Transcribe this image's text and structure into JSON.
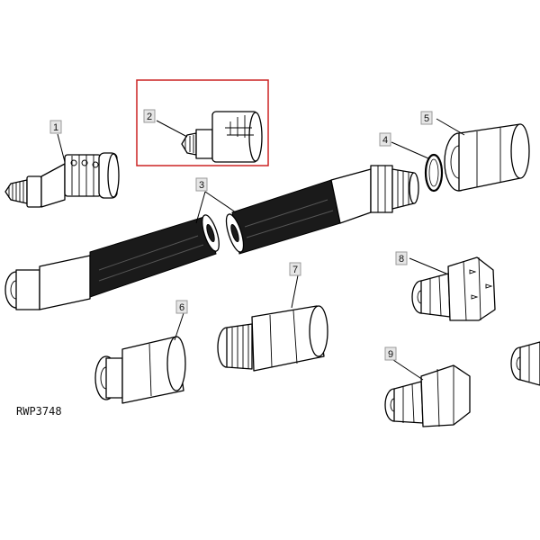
{
  "figure": {
    "reference_code": "RWP3748",
    "highlight_color": "#cc2222",
    "callouts": [
      {
        "id": "part-1",
        "number": "1"
      },
      {
        "id": "part-2",
        "number": "2"
      },
      {
        "id": "part-3",
        "number": "3"
      },
      {
        "id": "part-4",
        "number": "4"
      },
      {
        "id": "part-5",
        "number": "5"
      },
      {
        "id": "part-6",
        "number": "6"
      },
      {
        "id": "part-7",
        "number": "7"
      },
      {
        "id": "part-8",
        "number": "8"
      },
      {
        "id": "part-9",
        "number": "9"
      }
    ]
  }
}
